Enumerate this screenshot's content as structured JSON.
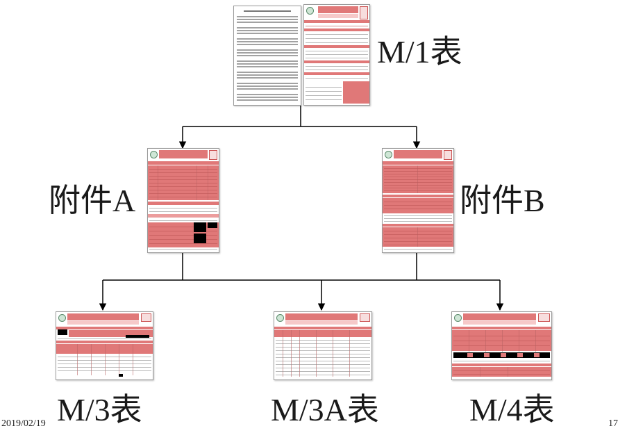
{
  "nodes": {
    "m1": "M/1表",
    "annex_a": "附件A",
    "annex_b": "附件B",
    "m3": "M/3表",
    "m3a": "M/3A表",
    "m4": "M/4表"
  },
  "footer": {
    "date": "2019/02/19",
    "page_number": "17"
  },
  "colors": {
    "form_header": "#e07878",
    "form_fill": "#f4b8b8",
    "connector": "#000000"
  }
}
